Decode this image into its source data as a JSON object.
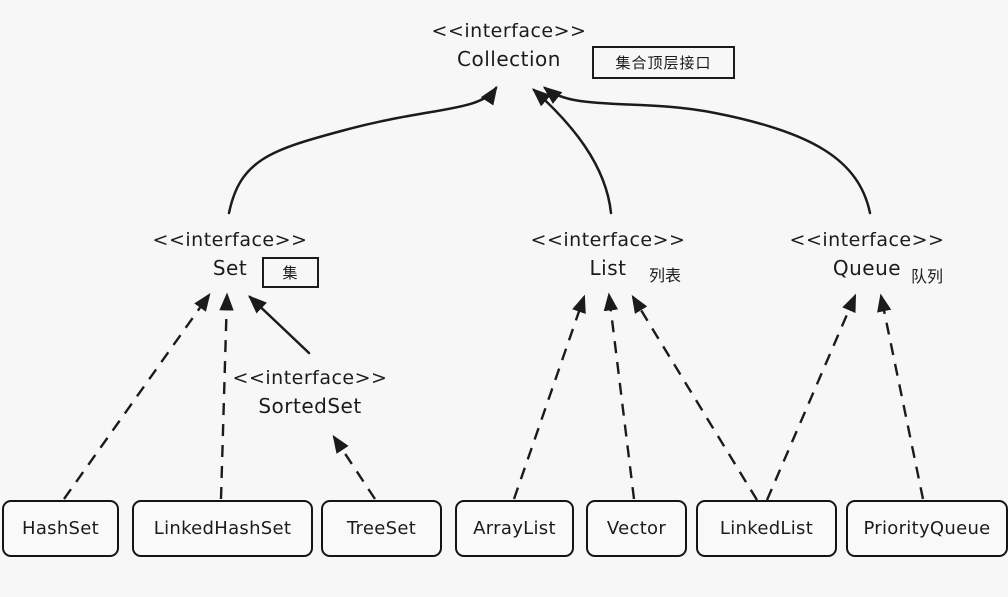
{
  "nodes": {
    "collection": {
      "stereotype": "<<interface>>",
      "name": "Collection"
    },
    "set": {
      "stereotype": "<<interface>>",
      "name": "Set"
    },
    "list": {
      "stereotype": "<<interface>>",
      "name": "List"
    },
    "queue": {
      "stereotype": "<<interface>>",
      "name": "Queue"
    },
    "sortedset": {
      "stereotype": "<<interface>>",
      "name": "SortedSet"
    }
  },
  "annotations": {
    "collection_note": "集合顶层接口",
    "set_note": "集",
    "list_note": "列表",
    "queue_note": "队列"
  },
  "classes": [
    "HashSet",
    "LinkedHashSet",
    "TreeSet",
    "ArrayList",
    "Vector",
    "LinkedList",
    "PriorityQueue"
  ],
  "relations": [
    {
      "from": "Set",
      "to": "Collection",
      "style": "solid-curve"
    },
    {
      "from": "List",
      "to": "Collection",
      "style": "solid-curve"
    },
    {
      "from": "Queue",
      "to": "Collection",
      "style": "solid-curve"
    },
    {
      "from": "SortedSet",
      "to": "Set",
      "style": "solid"
    },
    {
      "from": "HashSet",
      "to": "Set",
      "style": "dashed"
    },
    {
      "from": "LinkedHashSet",
      "to": "Set",
      "style": "dashed"
    },
    {
      "from": "TreeSet",
      "to": "SortedSet",
      "style": "dashed"
    },
    {
      "from": "ArrayList",
      "to": "List",
      "style": "dashed"
    },
    {
      "from": "Vector",
      "to": "List",
      "style": "dashed"
    },
    {
      "from": "LinkedList",
      "to": "List",
      "style": "dashed"
    },
    {
      "from": "LinkedList",
      "to": "Queue",
      "style": "dashed"
    },
    {
      "from": "PriorityQueue",
      "to": "Queue",
      "style": "dashed"
    }
  ],
  "colors": {
    "background": "#f7f7f7",
    "line": "#1b1b1b",
    "text": "#1b1b1b"
  }
}
